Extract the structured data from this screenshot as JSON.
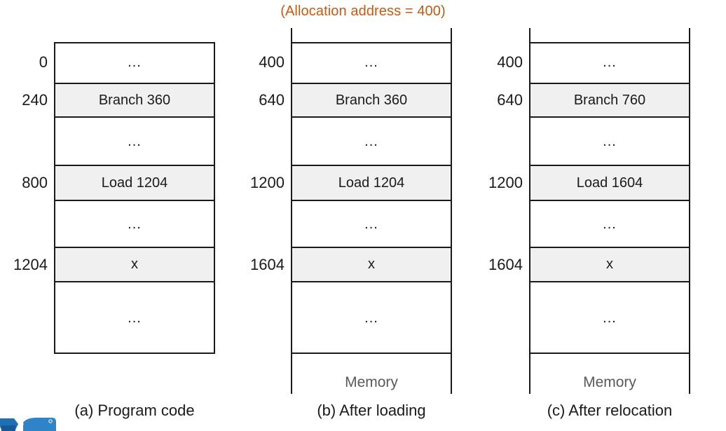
{
  "title": "(Allocation address = 400)",
  "accent_color": "#c55a11",
  "shaded_row_color": "#f0f0f0",
  "memory_label_color": "#5a5a5a",
  "ellipsis": "...",
  "panels": [
    {
      "id": "program-code",
      "caption": "(a) Program code",
      "memory_label": "",
      "has_memory_extension": false,
      "rows": [
        {
          "addr": "0",
          "text": "...",
          "shaded": false
        },
        {
          "addr": "240",
          "text": "Branch 360",
          "shaded": true
        },
        {
          "addr": "",
          "text": "...",
          "shaded": false
        },
        {
          "addr": "800",
          "text": "Load 1204",
          "shaded": true
        },
        {
          "addr": "",
          "text": "...",
          "shaded": false
        },
        {
          "addr": "1204",
          "text": "x",
          "shaded": true
        },
        {
          "addr": "",
          "text": "...",
          "shaded": false
        }
      ]
    },
    {
      "id": "after-loading",
      "caption": "(b) After loading",
      "memory_label": "Memory",
      "has_memory_extension": true,
      "rows": [
        {
          "addr": "400",
          "text": "...",
          "shaded": false
        },
        {
          "addr": "640",
          "text": "Branch 360",
          "shaded": true
        },
        {
          "addr": "",
          "text": "...",
          "shaded": false
        },
        {
          "addr": "1200",
          "text": "Load 1204",
          "shaded": true
        },
        {
          "addr": "",
          "text": "...",
          "shaded": false
        },
        {
          "addr": "1604",
          "text": "x",
          "shaded": true
        },
        {
          "addr": "",
          "text": "...",
          "shaded": false
        }
      ]
    },
    {
      "id": "after-relocation",
      "caption": "(c) After relocation",
      "memory_label": "Memory",
      "has_memory_extension": true,
      "rows": [
        {
          "addr": "400",
          "text": "...",
          "shaded": false
        },
        {
          "addr": "640",
          "text": "Branch 760",
          "shaded": true
        },
        {
          "addr": "",
          "text": "...",
          "shaded": false
        },
        {
          "addr": "1200",
          "text": "Load 1604",
          "shaded": true
        },
        {
          "addr": "",
          "text": "...",
          "shaded": false
        },
        {
          "addr": "1604",
          "text": "x",
          "shaded": true
        },
        {
          "addr": "",
          "text": "...",
          "shaded": false
        }
      ]
    }
  ]
}
